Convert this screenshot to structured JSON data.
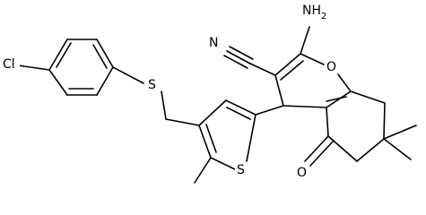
{
  "atom_labels": {
    "cl": "Cl",
    "s_thioether": "S",
    "s_thiophene": "S",
    "nh2": "NH",
    "nh2_subscript": "2",
    "n_nitrile": "N",
    "o_pyran": "O",
    "o_ketone": "O"
  },
  "colors": {
    "bond": "#000000",
    "label": "#000000",
    "background": "#ffffff"
  }
}
